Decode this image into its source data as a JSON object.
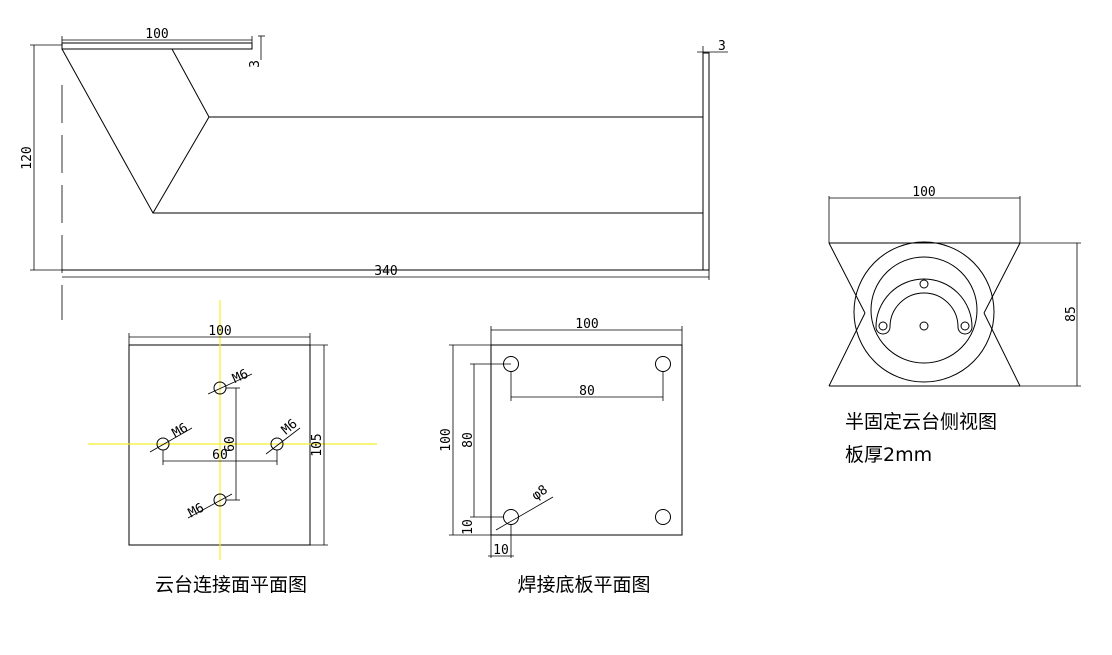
{
  "colors": {
    "line": "#000000",
    "centerline": "#f2ef2a",
    "background": "#ffffff"
  },
  "side_bracket": {
    "dim_top_width": "100",
    "dim_top_thickness": "3",
    "dim_right_thickness": "3",
    "dim_height": "120",
    "dim_length": "340"
  },
  "ptz_connection_plate": {
    "dim_width": "100",
    "dim_height": "105",
    "dim_hole_x": "60",
    "dim_hole_y": "60",
    "hole_labels": [
      "M6",
      "M6",
      "M6",
      "M6"
    ],
    "caption": "云台连接面平面图"
  },
  "weld_base_plate": {
    "dim_width": "100",
    "dim_height": "100",
    "dim_hole_spacing_x": "80",
    "dim_hole_spacing_y": "80",
    "dim_edge_x": "10",
    "dim_edge_y": "10",
    "hole_label": "φ8",
    "caption": "焊接底板平面图"
  },
  "half_fixed_side_view": {
    "dim_width": "100",
    "dim_height": "85",
    "caption": "半固定云台侧视图",
    "note": "板厚2mm"
  }
}
